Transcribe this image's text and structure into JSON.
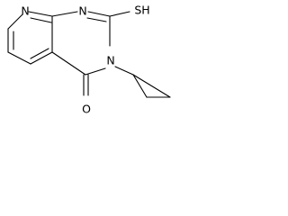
{
  "diagram": {
    "kind": "chemical-structure",
    "atom_labels": {
      "n_pyridine": "N",
      "n_pyrimidine": "N",
      "n_amide": "N",
      "thiol": "SH",
      "carbonyl_oxygen": "O"
    }
  }
}
